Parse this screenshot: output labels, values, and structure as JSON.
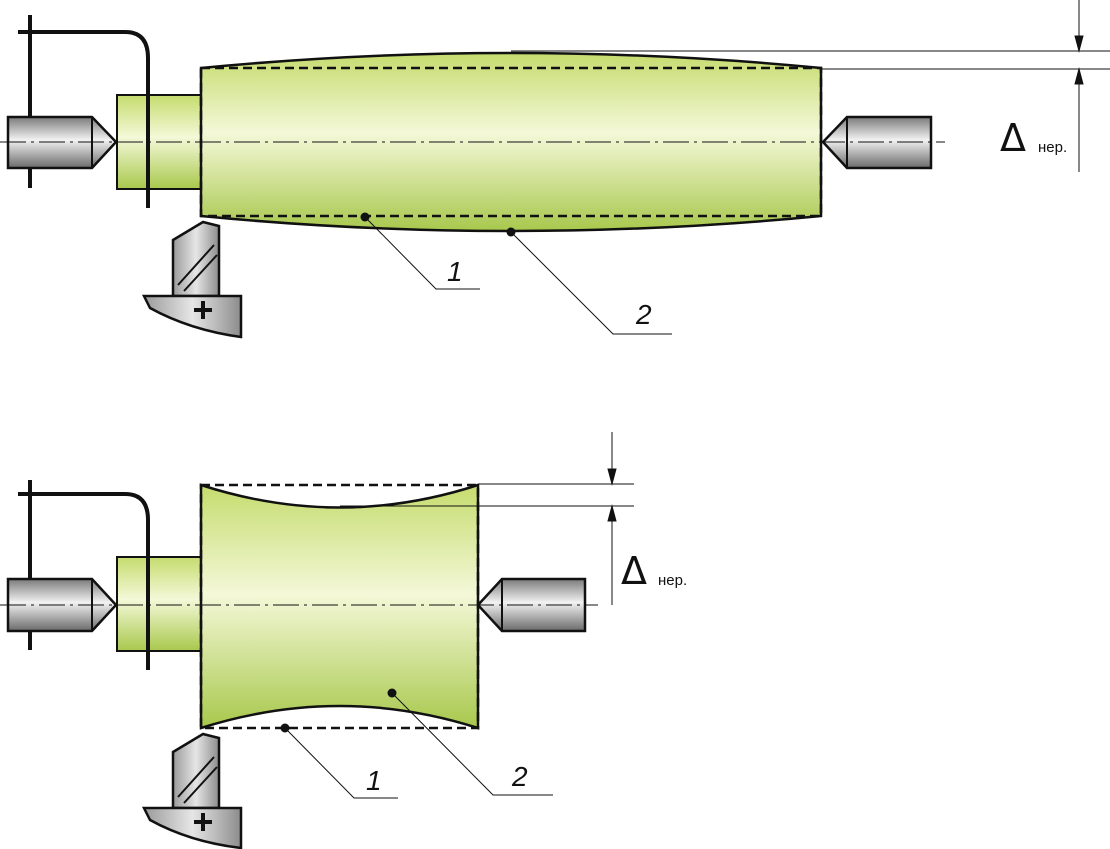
{
  "diagram_top": {
    "callouts": {
      "one": "1",
      "two": "2"
    },
    "dimension": {
      "symbol": "Δ",
      "subscript": "нер."
    }
  },
  "diagram_bottom": {
    "callouts": {
      "one": "1",
      "two": "2"
    },
    "dimension": {
      "symbol": "Δ",
      "subscript": "нер."
    }
  },
  "colors": {
    "workpiece_light": "#f4f8d8",
    "workpiece_mid": "#cfe287",
    "workpiece_dark": "#a7c74a",
    "metal_light": "#eeeeee",
    "metal_dark": "#6f6f6f",
    "outline": "#111111"
  }
}
